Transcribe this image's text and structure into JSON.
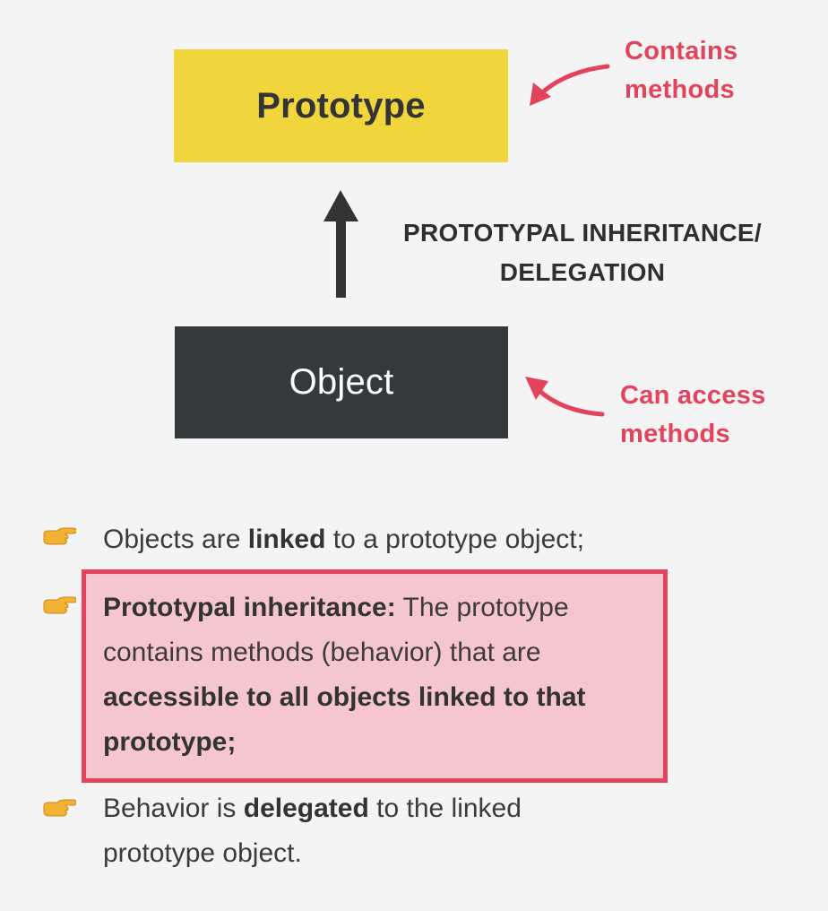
{
  "diagram": {
    "prototype_label": "Prototype",
    "object_label": "Object",
    "relation_label_line1": "PROTOTYPAL INHERITANCE/",
    "relation_label_line2": "DELEGATION",
    "prototype_note_line1": "Contains",
    "prototype_note_line2": "methods",
    "object_note_line1": "Can access",
    "object_note_line2": "methods"
  },
  "bullets": [
    {
      "icon": "pointing-hand-icon",
      "before": "Objects are ",
      "bold": "linked",
      "after": " to a prototype object;"
    },
    {
      "icon": "pointing-hand-icon",
      "bold_lead": "Prototypal inheritance:",
      "middle": " The prototype contains methods (behavior) that are ",
      "bold_tail": "accessible to all objects linked to that prototype;",
      "highlighted": true
    },
    {
      "icon": "pointing-hand-icon",
      "before": "Behavior is ",
      "bold": "delegated",
      "after": " to the linked prototype object."
    }
  ],
  "colors": {
    "prototype_box": "#f0d63c",
    "object_box": "#343a3c",
    "annotation": "#e3435d",
    "highlight_fill": "#f6c6ce",
    "highlight_border": "#e3435d"
  }
}
